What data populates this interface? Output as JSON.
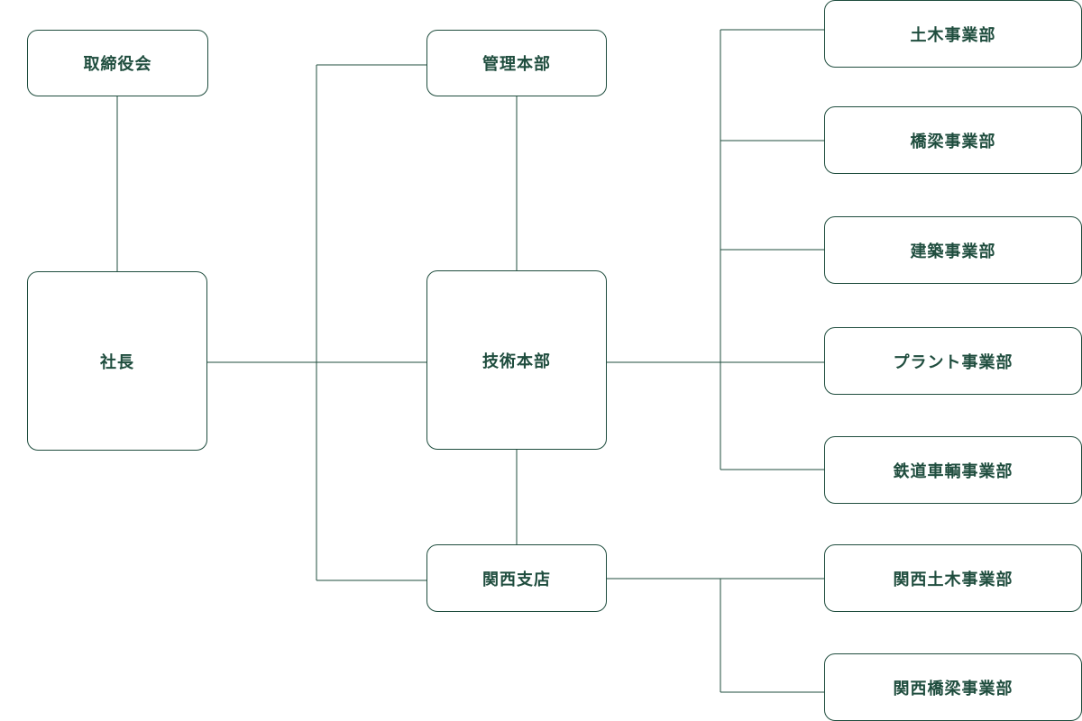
{
  "org_chart": {
    "board": "取締役会",
    "president": "社長",
    "admin_hq": "管理本部",
    "tech_hq": "技術本部",
    "kansai_branch": "関西支店",
    "civil_div": "土木事業部",
    "bridge_div": "橋梁事業部",
    "building_div": "建築事業部",
    "plant_div": "プラント事業部",
    "railway_div": "鉄道車輌事業部",
    "kansai_civil_div": "関西土木事業部",
    "kansai_bridge_div": "関西橋梁事業部"
  },
  "colors": {
    "line": "#1f4d3e",
    "text": "#1f4d3e",
    "background": "#ffffff"
  }
}
